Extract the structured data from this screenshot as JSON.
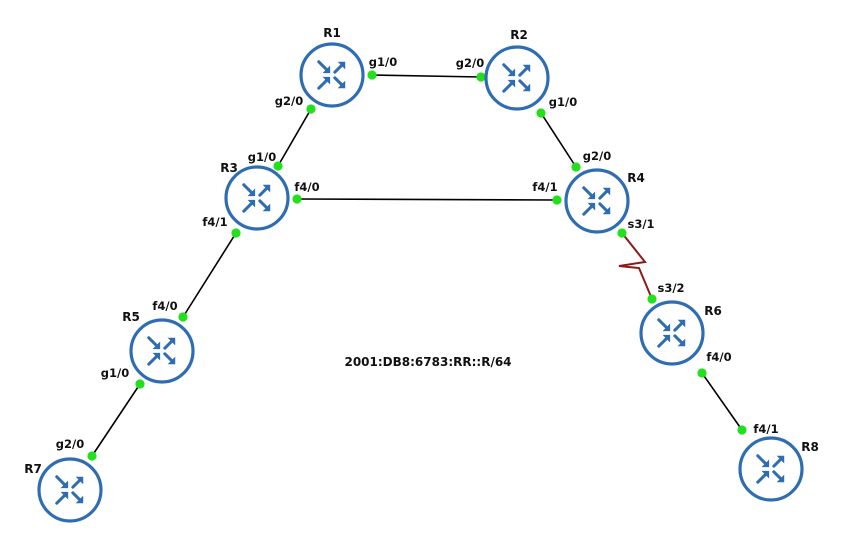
{
  "colors": {
    "router_ring": "#2f6db3",
    "router_fill": "#ffffff",
    "ethernet_link": "#000000",
    "serial_link": "#8b1a1a",
    "port_dot": "#22e01c"
  },
  "routers": [
    {
      "id": "R1",
      "label": "R1",
      "icon": "router-icon"
    },
    {
      "id": "R2",
      "label": "R2",
      "icon": "router-icon"
    },
    {
      "id": "R3",
      "label": "R3",
      "icon": "router-icon"
    },
    {
      "id": "R4",
      "label": "R4",
      "icon": "router-icon"
    },
    {
      "id": "R5",
      "label": "R5",
      "icon": "router-icon"
    },
    {
      "id": "R6",
      "label": "R6",
      "icon": "router-icon"
    },
    {
      "id": "R7",
      "label": "R7",
      "icon": "router-icon"
    },
    {
      "id": "R8",
      "label": "R8",
      "icon": "router-icon"
    }
  ],
  "links": [
    {
      "id": "r1-r2",
      "type": "ethernet",
      "a": {
        "router": "R1",
        "port": "g1/0"
      },
      "b": {
        "router": "R2",
        "port": "g2/0"
      }
    },
    {
      "id": "r1-r3",
      "type": "ethernet",
      "a": {
        "router": "R1",
        "port": "g2/0"
      },
      "b": {
        "router": "R3",
        "port": "g1/0"
      }
    },
    {
      "id": "r2-r4",
      "type": "ethernet",
      "a": {
        "router": "R2",
        "port": "g1/0"
      },
      "b": {
        "router": "R4",
        "port": "g2/0"
      }
    },
    {
      "id": "r3-r4",
      "type": "ethernet",
      "a": {
        "router": "R3",
        "port": "f4/0"
      },
      "b": {
        "router": "R4",
        "port": "f4/1"
      }
    },
    {
      "id": "r3-r5",
      "type": "ethernet",
      "a": {
        "router": "R3",
        "port": "f4/1"
      },
      "b": {
        "router": "R5",
        "port": "f4/0"
      }
    },
    {
      "id": "r5-r7",
      "type": "ethernet",
      "a": {
        "router": "R5",
        "port": "g1/0"
      },
      "b": {
        "router": "R7",
        "port": "g2/0"
      }
    },
    {
      "id": "r4-r6",
      "type": "serial",
      "a": {
        "router": "R4",
        "port": "s3/1"
      },
      "b": {
        "router": "R6",
        "port": "s3/2"
      }
    },
    {
      "id": "r6-r8",
      "type": "ethernet",
      "a": {
        "router": "R6",
        "port": "f4/0"
      },
      "b": {
        "router": "R8",
        "port": "f4/1"
      }
    }
  ],
  "addressing_note": "2001:DB8:6783:RR::R/64"
}
